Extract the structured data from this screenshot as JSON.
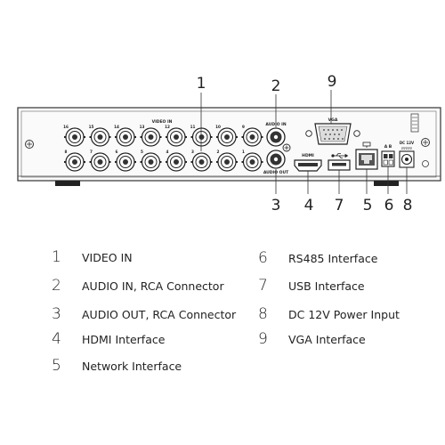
{
  "callouts": {
    "c1": "1",
    "c2": "2",
    "c3": "3",
    "c4": "4",
    "c5": "5",
    "c6": "6",
    "c7": "7",
    "c8": "8",
    "c9": "9"
  },
  "panel_labels": {
    "video_in": "VIDEO IN",
    "audio_in": "AUDIO IN",
    "audio_out": "AUDIO OUT",
    "vga": "VGA",
    "hdmi": "HDMI",
    "rs485": "A B",
    "dc": "DC 12V"
  },
  "bnc_top_numbers": [
    "16",
    "15",
    "14",
    "13",
    "12",
    "11",
    "10",
    "9"
  ],
  "bnc_bottom_numbers": [
    "8",
    "7",
    "6",
    "5",
    "4",
    "3",
    "2",
    "1"
  ],
  "legend": [
    {
      "num": "1",
      "text": "VIDEO IN"
    },
    {
      "num": "2",
      "text": "AUDIO IN, RCA Connector"
    },
    {
      "num": "3",
      "text": "AUDIO OUT, RCA Connector"
    },
    {
      "num": "4",
      "text": "HDMI Interface"
    },
    {
      "num": "5",
      "text": "Network Interface"
    },
    {
      "num": "6",
      "text": "RS485 Interface"
    },
    {
      "num": "7",
      "text": "USB Interface"
    },
    {
      "num": "8",
      "text": "DC 12V Power Input"
    },
    {
      "num": "9",
      "text": "VGA Interface"
    }
  ]
}
